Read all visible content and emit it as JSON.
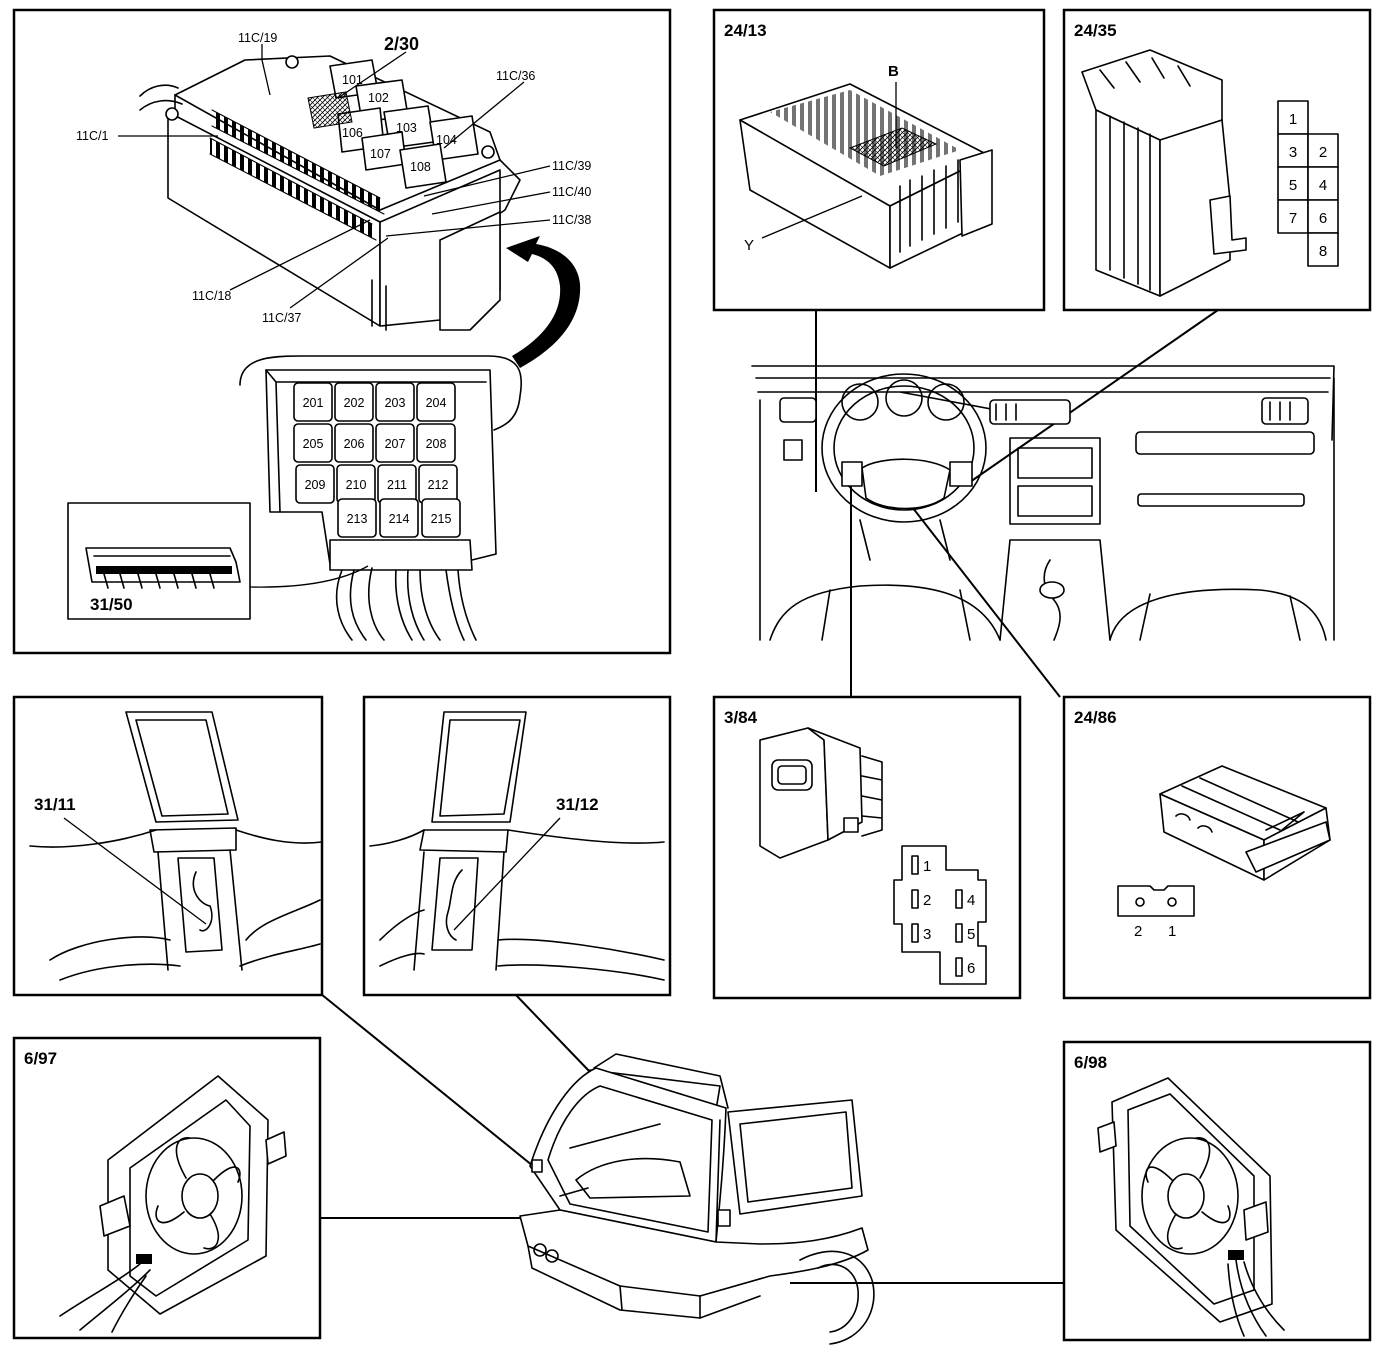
{
  "panels": {
    "central_electronic": {
      "main_label": "2/30",
      "callouts": [
        "11C/19",
        "11C/1",
        "11C/36",
        "11C/39",
        "11C/40",
        "11C/38",
        "11C/18",
        "11C/37"
      ],
      "relays_top": [
        "101",
        "102",
        "103",
        "104",
        "106",
        "107",
        "108"
      ],
      "relays_bottom": [
        "201",
        "202",
        "203",
        "204",
        "205",
        "206",
        "207",
        "208",
        "209",
        "210",
        "211",
        "212",
        "213",
        "214",
        "215"
      ],
      "inset_label": "31/50"
    },
    "connector_2413": {
      "label": "24/13",
      "callouts": [
        "B",
        "Y"
      ]
    },
    "connector_2435": {
      "label": "24/35",
      "pins": [
        "1",
        "3",
        "2",
        "5",
        "4",
        "7",
        "6",
        "8"
      ]
    },
    "pillar_left": {
      "label": "31/11"
    },
    "pillar_right": {
      "label": "31/12"
    },
    "switch_384": {
      "label": "3/84",
      "pins": [
        "1",
        "2",
        "4",
        "3",
        "5",
        "6"
      ]
    },
    "connector_2486": {
      "label": "24/86",
      "pins": [
        "2",
        "1"
      ]
    },
    "fan_left": {
      "label": "6/97"
    },
    "fan_right": {
      "label": "6/98"
    }
  }
}
